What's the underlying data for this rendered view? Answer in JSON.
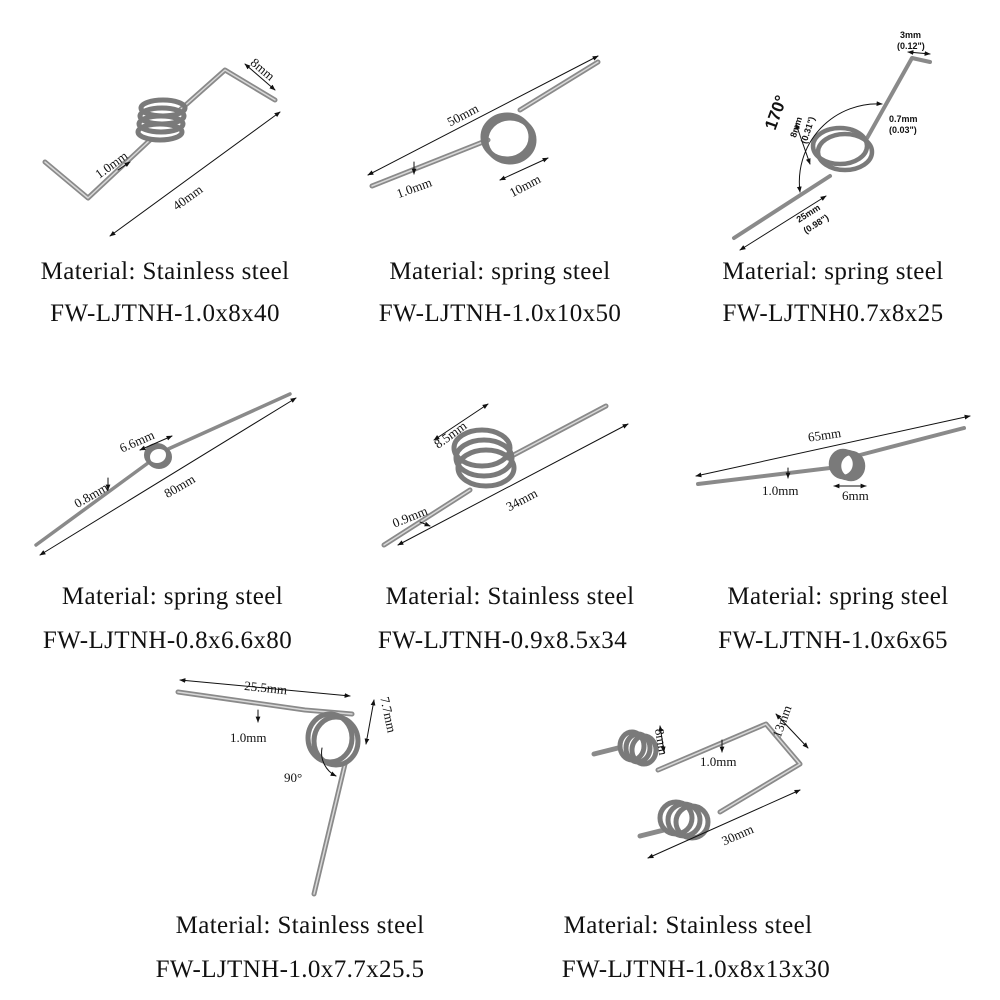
{
  "products": [
    {
      "material": "Material: Stainless steel",
      "code": "FW-LJTNH-1.0x8x40",
      "dims": {
        "wire": "1.0mm",
        "coil": "8mm",
        "leg": "40mm"
      }
    },
    {
      "material": "Material: spring steel",
      "code": "FW-LJTNH-1.0x10x50",
      "dims": {
        "wire": "1.0mm",
        "coil": "10mm",
        "leg": "50mm"
      }
    },
    {
      "material": "Material: spring steel",
      "code": "FW-LJTNH0.7x8x25",
      "dims": {
        "wire": "0.7mm",
        "wire_in": "(0.03\")",
        "coil": "8mm",
        "coil_in": "(0.31\")",
        "leg": "25mm",
        "leg_in": "(0.98\")",
        "hook": "3mm",
        "hook_in": "(0.12\")",
        "angle": "170°"
      }
    },
    {
      "material": "Material: spring steel",
      "code": "FW-LJTNH-0.8x6.6x80",
      "dims": {
        "wire": "0.8mm",
        "coil": "6.6mm",
        "leg": "80mm"
      }
    },
    {
      "material": "Material: Stainless steel",
      "code": "FW-LJTNH-0.9x8.5x34",
      "dims": {
        "wire": "0.9mm",
        "coil": "8.5mm",
        "leg": "34mm"
      }
    },
    {
      "material": "Material: spring steel",
      "code": "FW-LJTNH-1.0x6x65",
      "dims": {
        "wire": "1.0mm",
        "coil": "6mm",
        "leg": "65mm"
      }
    },
    {
      "material": "Material: Stainless steel",
      "code": "FW-LJTNH-1.0x7.7x25.5",
      "dims": {
        "wire": "1.0mm",
        "coil": "7.7mm",
        "leg": "25.5mm",
        "angle": "90°"
      }
    },
    {
      "material": "Material: Stainless steel",
      "code": "FW-LJTNH-1.0x8x13x30",
      "dims": {
        "wire": "1.0mm",
        "coil": "8mm",
        "width": "13mm",
        "leg": "30mm"
      }
    }
  ],
  "colors": {
    "wire": "#9c9c9c",
    "wire_dark": "#6f6f6f",
    "text": "#111111"
  }
}
